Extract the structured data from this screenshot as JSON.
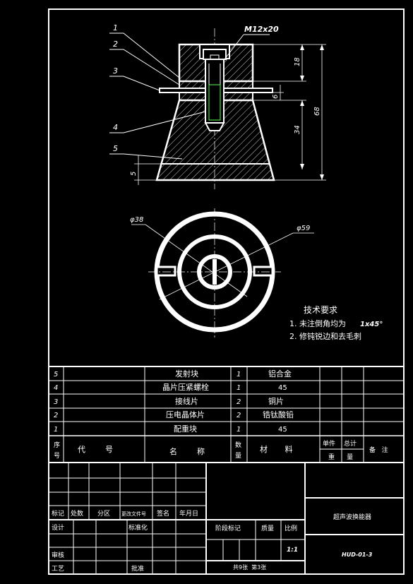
{
  "drawing": {
    "thread_label": "M12x20",
    "leaders": [
      "1",
      "2",
      "3",
      "4",
      "5"
    ],
    "dims": {
      "d18": "18",
      "d6": "6",
      "d34": "34",
      "d68": "68",
      "d5": "5"
    },
    "dia_inner": "φ38",
    "dia_outer": "φ59"
  },
  "tech": {
    "title": "技术要求",
    "line1_prefix": "1. 未注倒角均为",
    "line1_value": "1x45°",
    "line2": "2. 修钝锐边和去毛刺"
  },
  "parts": [
    {
      "no": "5",
      "name": "发射块",
      "qty": "1",
      "material": "铝合金"
    },
    {
      "no": "4",
      "name": "晶片压紧螺栓",
      "qty": "1",
      "material": "45"
    },
    {
      "no": "3",
      "name": "接线片",
      "qty": "2",
      "material": "铜片"
    },
    {
      "no": "2",
      "name": "压电晶体片",
      "qty": "2",
      "material": "锆钛酸铅"
    },
    {
      "no": "1",
      "name": "配重块",
      "qty": "1",
      "material": "45"
    }
  ],
  "parts_header": {
    "seq_top": "序",
    "seq_bot": "号",
    "code": "代        号",
    "name": "名        称",
    "qty_top": "数",
    "qty_bot": "量",
    "material": "材       料",
    "unit": "单件",
    "total": "总计",
    "weight": "重      量",
    "remark": "备   注"
  },
  "title_block": {
    "mark": "标记",
    "count": "处数",
    "zone": "分区",
    "change_doc": "更改文件号",
    "sign": "签名",
    "date": "年月日",
    "design": "设计",
    "standard": "标准化",
    "review": "审核",
    "process": "工艺",
    "approve": "批准",
    "stage": "阶段标记",
    "mass": "质量",
    "scale_label": "比例",
    "scale": "1:1",
    "sheets": "共9张  第3张",
    "product": "超声波换能器",
    "code": "HUD-01-3"
  }
}
